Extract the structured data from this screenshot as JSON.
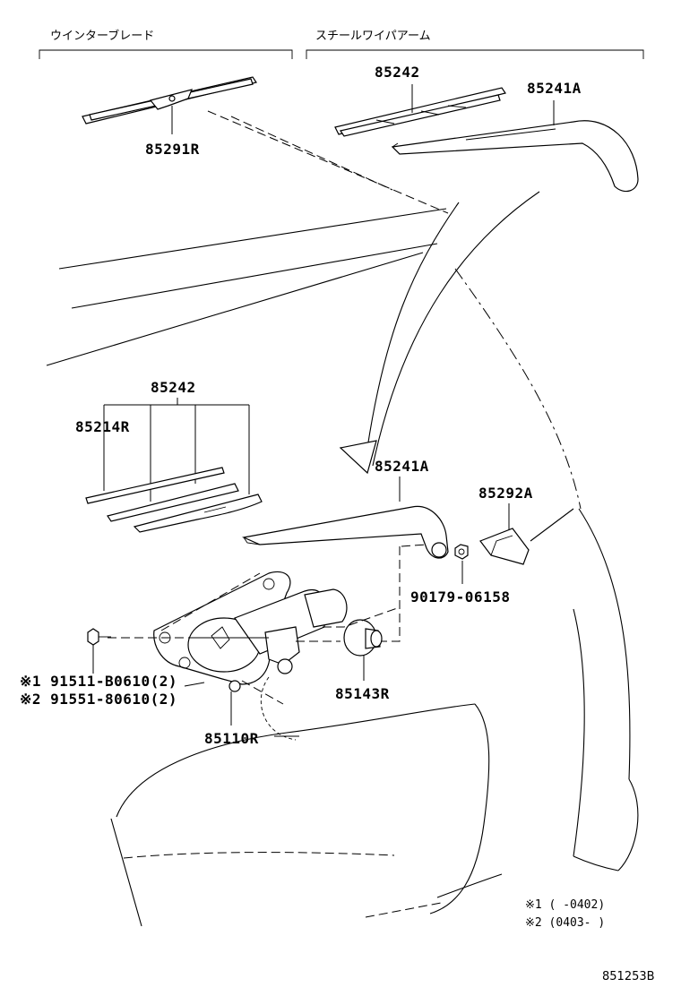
{
  "headers": {
    "winter_blade": "ウインターブレード",
    "steel_wiper_arm": "スチールワイパアーム"
  },
  "parts": {
    "p85242_top": "85242",
    "p85241A_top": "85241A",
    "p85291R": "85291R",
    "p85242_mid": "85242",
    "p85214R": "85214R",
    "p85241A_mid": "85241A",
    "p85292A": "85292A",
    "p90179": "90179-06158",
    "p85143R": "85143R",
    "p85110R": "85110R",
    "p91511": "※1 91511-B0610(2)",
    "p91551": "※2 91551-80610(2)"
  },
  "notes": {
    "note1": "※1 (       -0402)",
    "note2": "※2 (0403-       )"
  },
  "figure_id": "851253B"
}
